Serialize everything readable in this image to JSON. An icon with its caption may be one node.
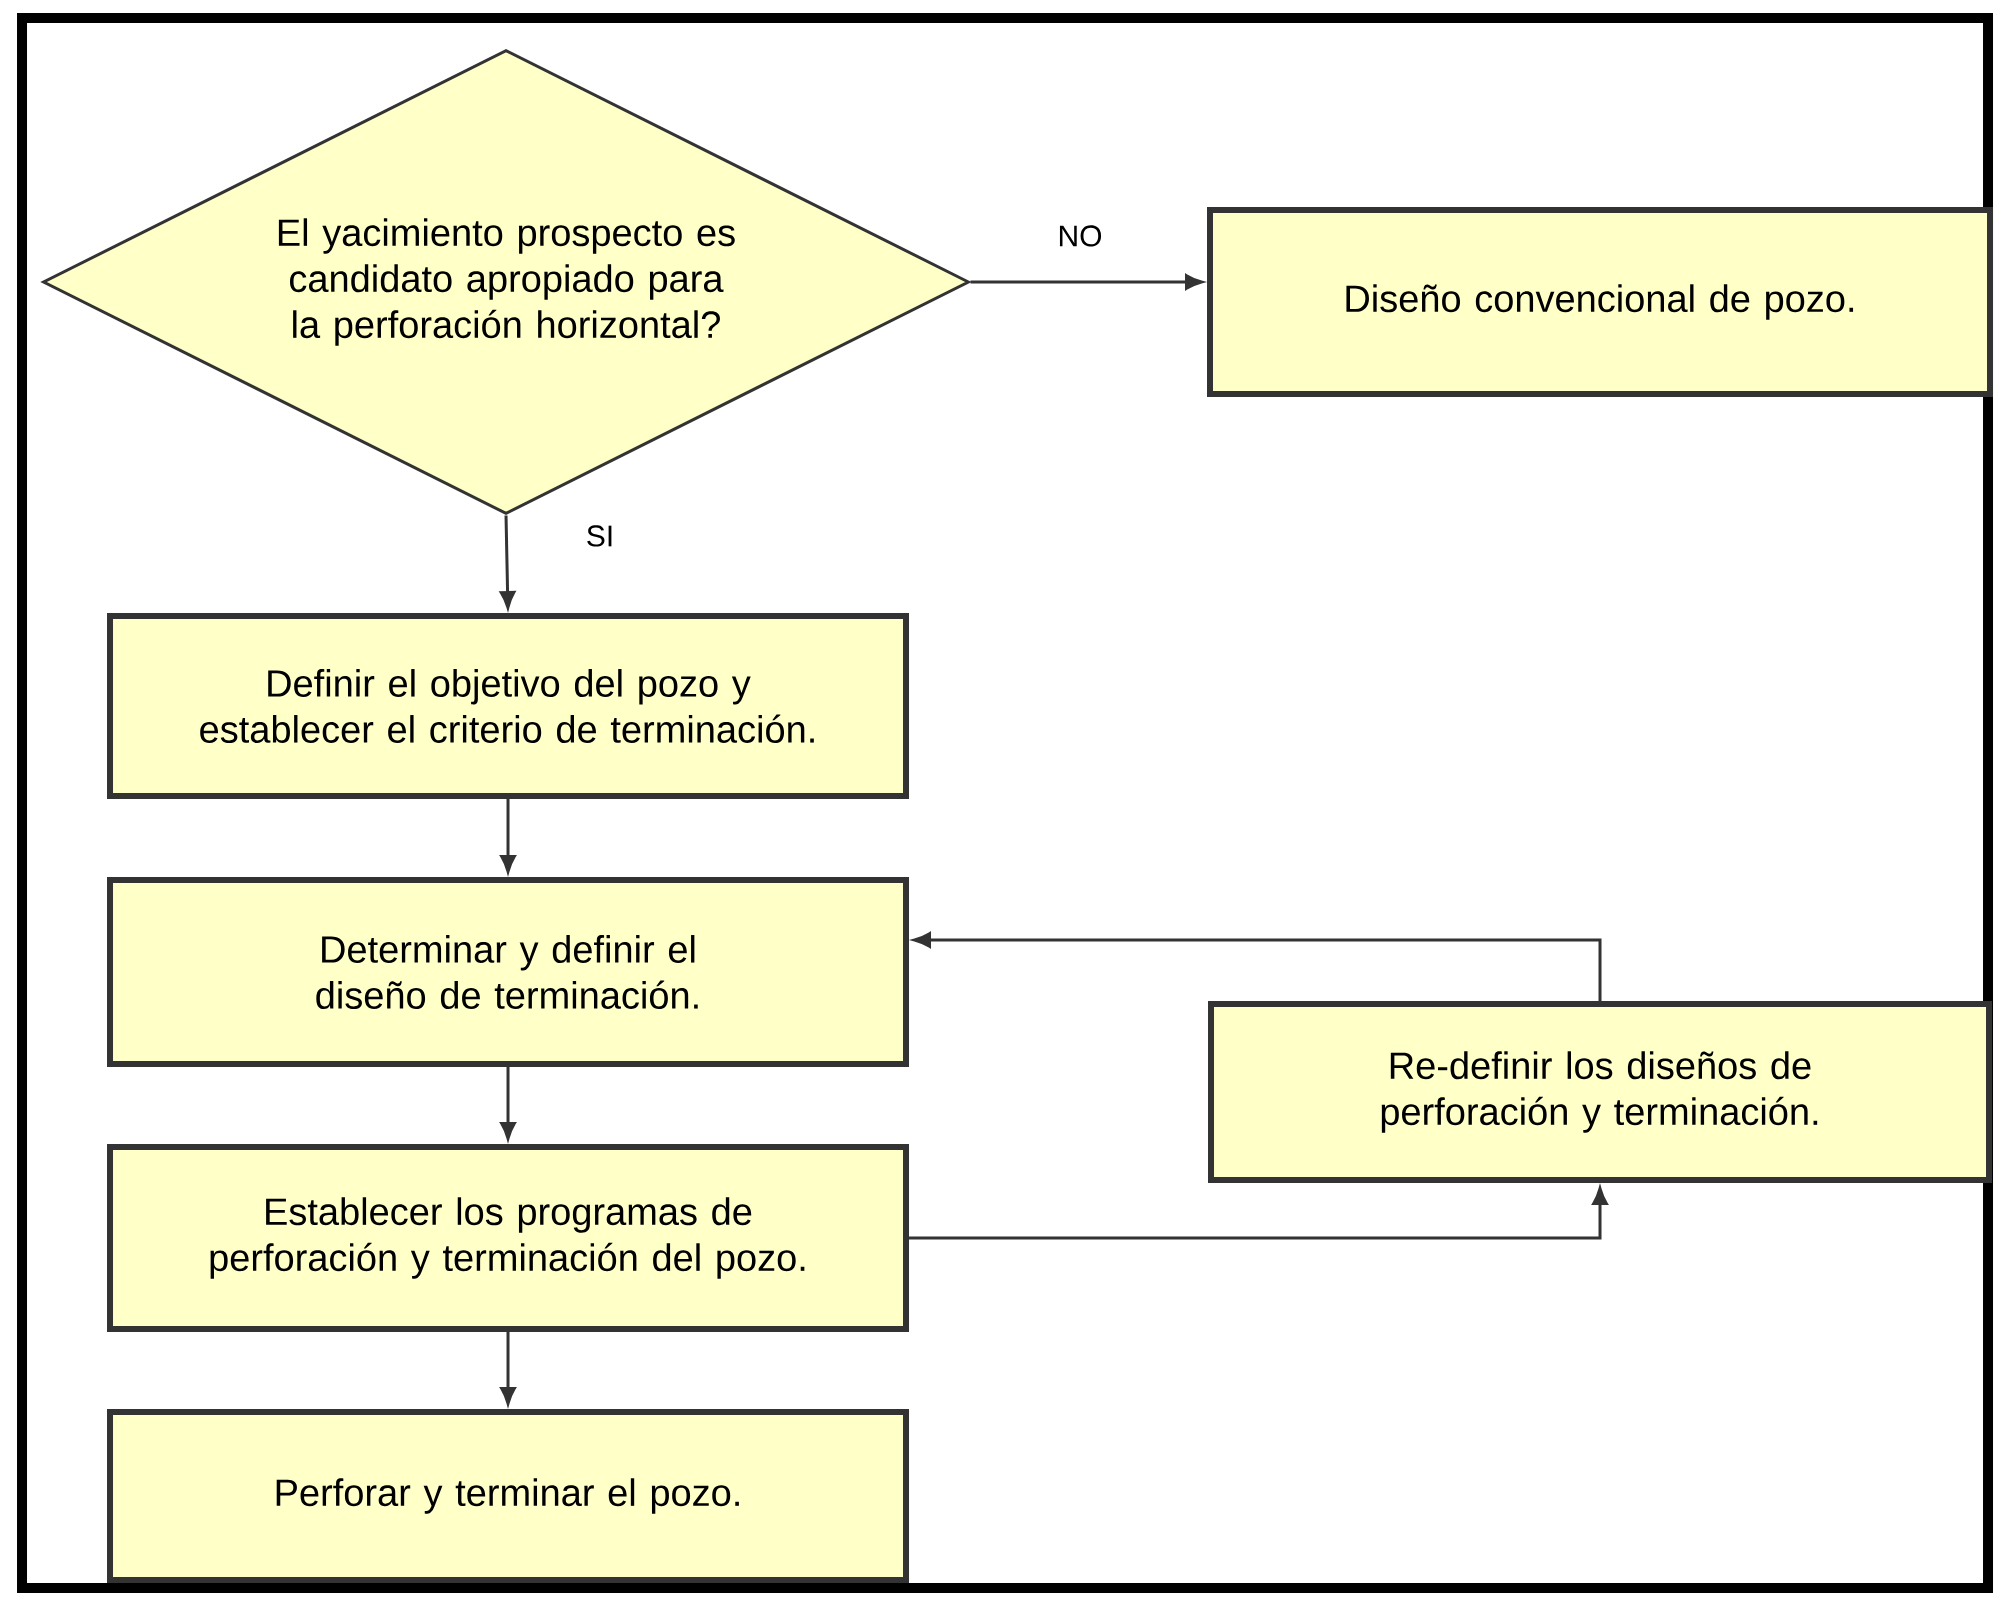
{
  "diagram": {
    "nodes": [
      {
        "text": [
          "El yacimiento prospecto es candidato apropiado para la perforación horizontal?"
        ]
      },
      {
        "text": [
          "Diseño convencional de pozo."
        ]
      },
      {
        "text": [
          "Definir el objetivo del pozo y establecer el criterio de terminación."
        ]
      },
      {
        "text": [
          "Determinar y definir el diseño de terminación."
        ]
      },
      {
        "text": [
          "Establecer los programas de perforación y terminación del pozo."
        ]
      },
      {
        "text": [
          "Re-definir los diseños de perforación y terminación."
        ]
      },
      {
        "text": [
          "Perforar y terminar el pozo."
        ]
      }
    ],
    "edges": [
      {
        "from": 0,
        "to": 1,
        "arrow": "to",
        "label": "NO"
      },
      {
        "from": 0,
        "to": 2,
        "arrow": "to",
        "label": "SI"
      },
      {
        "from": 2,
        "to": 3,
        "arrow": "to"
      },
      {
        "from": 3,
        "to": 4,
        "arrow": "to"
      },
      {
        "from": 4,
        "to": 5,
        "arrow": "to"
      },
      {
        "from": 5,
        "to": 3,
        "arrow": "to"
      },
      {
        "from": 4,
        "to": 6,
        "arrow": "to"
      }
    ]
  }
}
